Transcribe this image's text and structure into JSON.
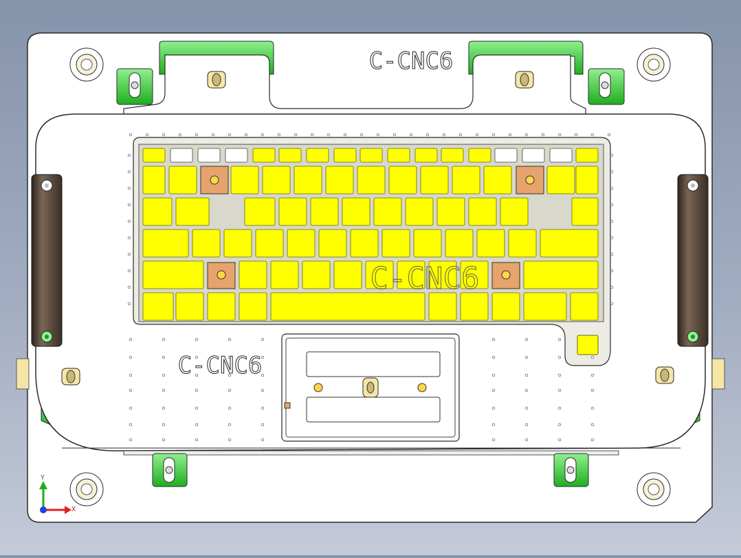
{
  "labels": {
    "top_engraving": "C-CNC6",
    "center_engraving": "C-CNC6",
    "left_engraving": "C-CNC6"
  },
  "axis_triad": {
    "y_label": "Y",
    "x_label": "X"
  },
  "colors": {
    "plate": "#ffffff",
    "outline": "#2a2a2a",
    "keycap": "#ffff00",
    "keycap_edge": "#6b6b00",
    "locator": "#e6a36b",
    "clamp_green": "#3fd13f",
    "handle_dark": "#5a4a3c",
    "brass": "#f5e6a8"
  }
}
